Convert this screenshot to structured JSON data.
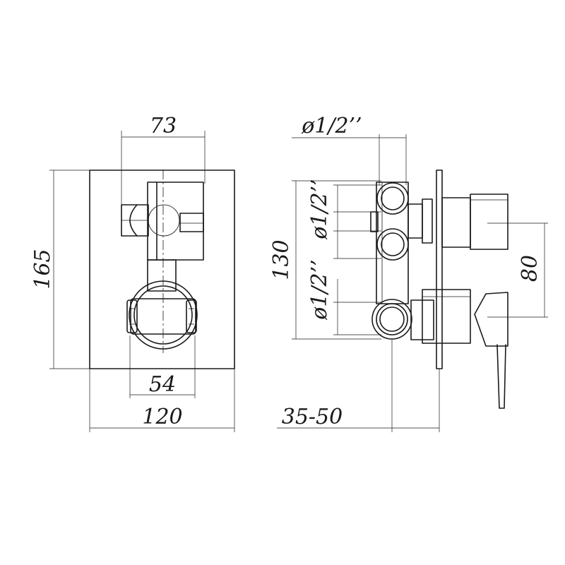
{
  "dimensions": {
    "top_width": "73",
    "height_left": "165",
    "inner_width": "54",
    "plate_width": "120",
    "depth_range": "35-50",
    "top_thread": "ø1/2’’",
    "thread_upper": "ø1/2’’",
    "thread_lower": "ø1/2’’",
    "height_side": "130",
    "handle_spacing": "80"
  }
}
